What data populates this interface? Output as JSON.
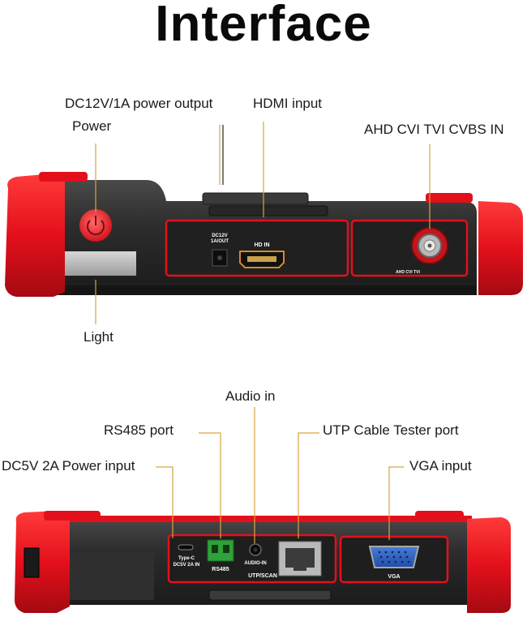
{
  "title": "Interface",
  "top_panel": {
    "labels": {
      "dc_output": "DC12V/1A power output",
      "hdmi_input": "HDMI input",
      "power": "Power",
      "video_in": "AHD CVI TVI CVBS IN",
      "light": "Light"
    },
    "port_text": {
      "dc_port_line1": "DC12V",
      "dc_port_line2": "1A/OUT",
      "hdmi_port": "HD IN",
      "bnc_port": "AHD CVI TVI"
    }
  },
  "bottom_panel": {
    "labels": {
      "audio_in": "Audio in",
      "rs485": "RS485 port",
      "utp": "UTP Cable Tester port",
      "dc_input": "DC5V 2A Power input",
      "vga": "VGA input"
    },
    "port_text": {
      "typec_line1": "Type-C",
      "typec_line2": "DC5V 2A IN",
      "rs485_port": "RS485",
      "audio_port": "AUDIO-IN",
      "utp_port": "UTP/SCAN",
      "vga_port": "VGA"
    }
  },
  "colors": {
    "accent_red": "#e3101b",
    "body_dark": "#2a2a2a",
    "callout_line": "#d9a441"
  }
}
